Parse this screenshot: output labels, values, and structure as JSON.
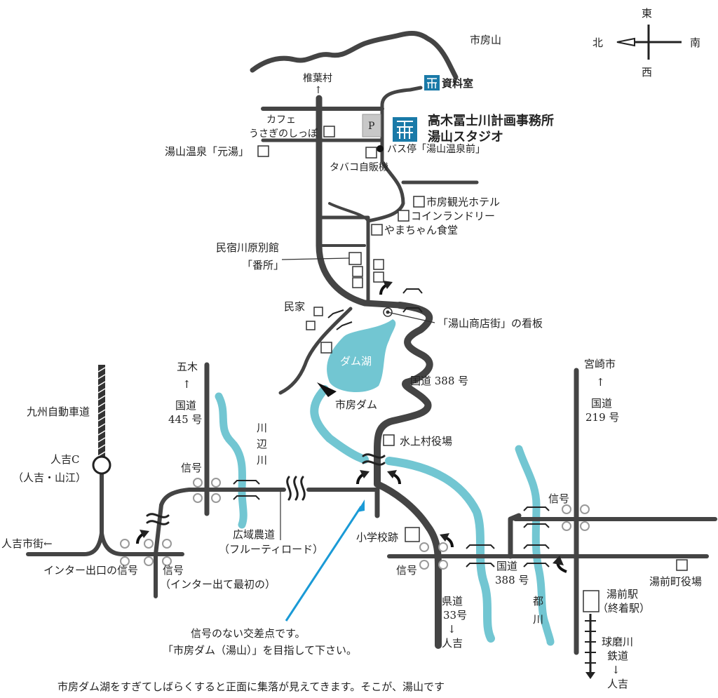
{
  "colors": {
    "road": "#444444",
    "river": "#72c6d2",
    "accent_blue": "#1a7aa8",
    "route_arrow": "#1a9ad6",
    "parking_fill": "#c8c8c8"
  },
  "compass": {
    "east": "東",
    "north": "北",
    "south": "南",
    "west": "西"
  },
  "mountain": {
    "label": "市房山"
  },
  "offices": {
    "archive": "資料室",
    "office_line1": "高木冨士川計画事務所",
    "office_line2": "湯山スタジオ"
  },
  "north_area": {
    "shiiba": "椎葉村",
    "cafe_line1": "カフェ",
    "cafe_line2": "うさぎのしっぽ",
    "parking": "P",
    "motoyu": "湯山温泉「元湯」",
    "bus_stop": "バス停「湯山温泉前」",
    "tobacco": "タバコ自販機",
    "hotel": "市房観光ホテル",
    "laundry": "コインランドリー",
    "restaurant": "やまちゃん食堂",
    "minshuku_line1": "民宿川原別館",
    "minshuku_line2": "「番所」",
    "minka": "民家",
    "signboard": "「湯山商店街」の看板"
  },
  "dam_area": {
    "lake": "ダム湖",
    "dam": "市房ダム",
    "route388": "国道 388 号",
    "village_office": "水上村役場"
  },
  "west_area": {
    "expressway": "九州自動車道",
    "ic_line1": "人吉C",
    "ic_line2": "（人吉・山江）",
    "itsuki": "五木",
    "arrow_up": "↑",
    "route445_line1": "国道",
    "route445_line2": "445 号",
    "kawabe_river": [
      "川",
      "辺",
      "川"
    ],
    "signal": "信号",
    "farm_road_line1": "広域農道",
    "farm_road_line2": "（フルーティロード）",
    "hitoyoshi_street": "人吉市街←",
    "inter_exit_signal": "インター出口の信号",
    "signal2_line1": "信号",
    "signal2_line2": "（インター出て最初の）"
  },
  "east_area": {
    "miyazaki": "宮崎市",
    "arrow_up": "↑",
    "route219_line1": "国道",
    "route219_line2": "219 号",
    "signal": "信号",
    "school_ruins": "小学校跡",
    "signal_bottom": "信号",
    "pref_road_line1": "県道",
    "pref_road_line2": "33号",
    "arrow_down": "↓",
    "hitoyoshi": "人吉",
    "route388_line1": "国道",
    "route388_line2": "388 号",
    "miyako_river": [
      "都",
      "川"
    ],
    "yunomae_office": "湯前町役場",
    "yunomae_station_line1": "湯前駅",
    "yunomae_station_line2": "（終着駅）",
    "railway_line1": "球磨川",
    "railway_line2": "鉄道",
    "railway_arrow": "↓",
    "railway_dest": "人吉"
  },
  "note": {
    "line1": "信号のない交差点です。",
    "line2": "「市房ダム（湯山）」を目指して下さい。"
  },
  "footer": "市房ダム湖をすぎてしばらくすると正面に集落が見えてきます。そこが、湯山です"
}
